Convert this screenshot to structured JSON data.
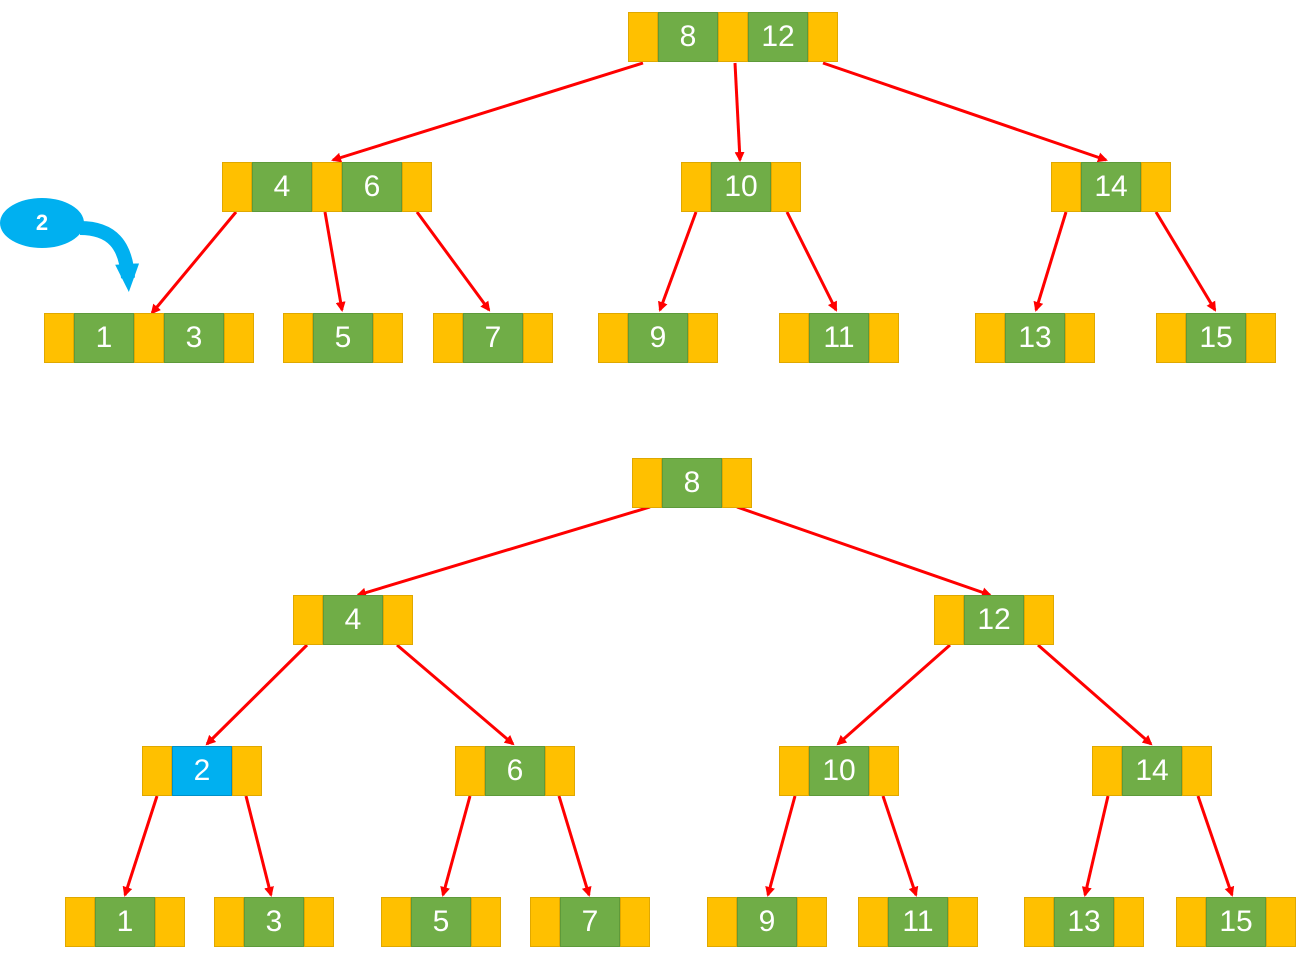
{
  "colors": {
    "pointer": "#FFC000",
    "key": "#70AD47",
    "highlight": "#00B0F0",
    "edge": "#FF0000"
  },
  "insert": {
    "value": "2"
  },
  "trees": [
    {
      "nodes": [
        {
          "id": "t1-root",
          "keys": [
            "8",
            "12"
          ]
        },
        {
          "id": "t1-n4-6",
          "keys": [
            "4",
            "6"
          ]
        },
        {
          "id": "t1-n10",
          "keys": [
            "10"
          ]
        },
        {
          "id": "t1-n14",
          "keys": [
            "14"
          ]
        },
        {
          "id": "t1-l1-3",
          "keys": [
            "1",
            "3"
          ]
        },
        {
          "id": "t1-l5",
          "keys": [
            "5"
          ]
        },
        {
          "id": "t1-l7",
          "keys": [
            "7"
          ]
        },
        {
          "id": "t1-l9",
          "keys": [
            "9"
          ]
        },
        {
          "id": "t1-l11",
          "keys": [
            "11"
          ]
        },
        {
          "id": "t1-l13",
          "keys": [
            "13"
          ]
        },
        {
          "id": "t1-l15",
          "keys": [
            "15"
          ]
        }
      ]
    },
    {
      "nodes": [
        {
          "id": "t2-root",
          "keys": [
            "8"
          ]
        },
        {
          "id": "t2-n4",
          "keys": [
            "4"
          ]
        },
        {
          "id": "t2-n12",
          "keys": [
            "12"
          ]
        },
        {
          "id": "t2-n2",
          "keys": [
            "2"
          ],
          "highlight": true
        },
        {
          "id": "t2-n6",
          "keys": [
            "6"
          ]
        },
        {
          "id": "t2-n10",
          "keys": [
            "10"
          ]
        },
        {
          "id": "t2-n14",
          "keys": [
            "14"
          ]
        },
        {
          "id": "t2-l1",
          "keys": [
            "1"
          ]
        },
        {
          "id": "t2-l3",
          "keys": [
            "3"
          ]
        },
        {
          "id": "t2-l5",
          "keys": [
            "5"
          ]
        },
        {
          "id": "t2-l7",
          "keys": [
            "7"
          ]
        },
        {
          "id": "t2-l9",
          "keys": [
            "9"
          ]
        },
        {
          "id": "t2-l11",
          "keys": [
            "11"
          ]
        },
        {
          "id": "t2-l13",
          "keys": [
            "13"
          ]
        },
        {
          "id": "t2-l15",
          "keys": [
            "15"
          ]
        }
      ]
    }
  ]
}
